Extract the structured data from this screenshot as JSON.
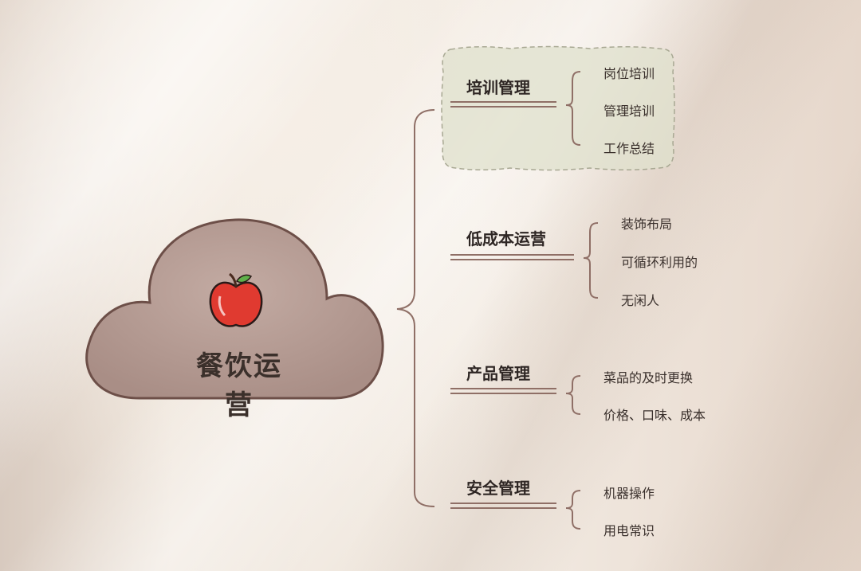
{
  "root": {
    "title": "餐饮运营",
    "icon": "apple-icon"
  },
  "branches": [
    {
      "title": "培训管理",
      "items": [
        "岗位培训",
        "管理培训",
        "工作总结"
      ]
    },
    {
      "title": "低成本运营",
      "items": [
        "装饰布局",
        "可循环利用的",
        "无闲人"
      ]
    },
    {
      "title": "产品管理",
      "items": [
        "菜品的及时更换",
        "价格、口味、成本"
      ]
    },
    {
      "title": "安全管理",
      "items": [
        "机器操作",
        "用电常识"
      ]
    }
  ],
  "colors": {
    "cloud_fill": "#b49a92",
    "cloud_stroke": "#6d4f48",
    "line": "#8f6f66",
    "highlight_box": "#dfe0cc",
    "text_dark": "#2e2624"
  }
}
